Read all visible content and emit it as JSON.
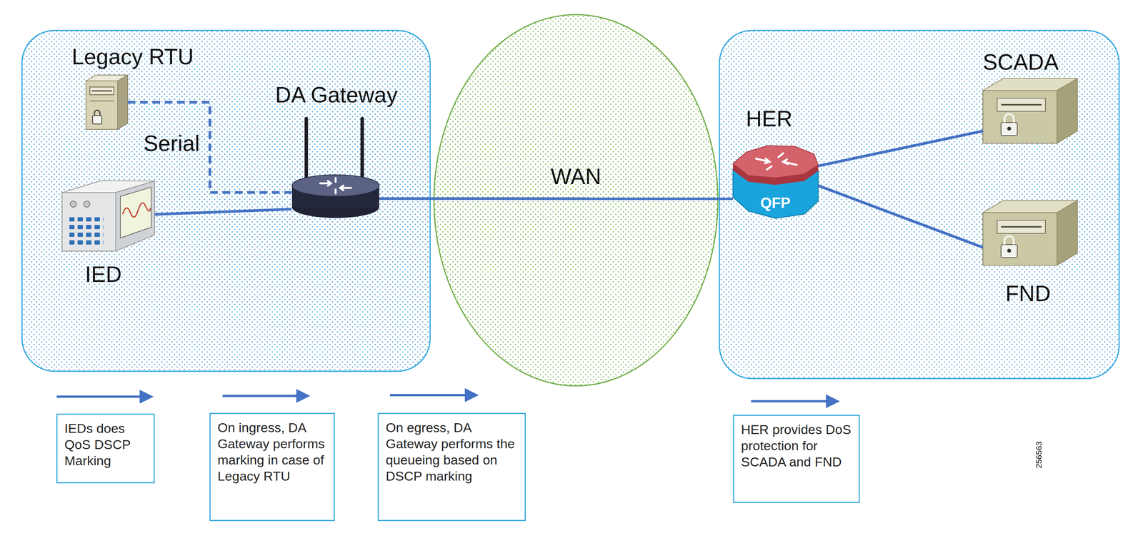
{
  "diagram": {
    "nodes": [
      {
        "text": [
          "Legacy RTU"
        ]
      },
      {
        "text": [
          "DA Gateway"
        ]
      },
      {
        "text": [
          "IED"
        ]
      },
      {
        "text": [
          "WAN"
        ]
      },
      {
        "text": [
          "HER",
          "QFP"
        ]
      },
      {
        "text": [
          "SCADA"
        ]
      },
      {
        "text": [
          "FND"
        ]
      },
      {
        "text": [
          "IEDs does QoS DSCP Marking"
        ]
      },
      {
        "text": [
          "On ingress, DA Gateway performs marking in case of Legacy RTU"
        ]
      },
      {
        "text": [
          "On egress, DA Gateway performs the queueing based on DSCP marking"
        ]
      },
      {
        "text": [
          "HER provides DoS protection for SCADA and FND"
        ]
      }
    ],
    "edges": [
      {
        "from": 0,
        "to": 1,
        "arrow": "none",
        "label": "Serial"
      },
      {
        "from": 2,
        "to": 1,
        "arrow": "none"
      },
      {
        "from": 1,
        "to": 4,
        "arrow": "none"
      },
      {
        "from": 4,
        "to": 5,
        "arrow": "none"
      },
      {
        "from": 4,
        "to": 6,
        "arrow": "none"
      }
    ],
    "labels": [
      "256563"
    ]
  }
}
